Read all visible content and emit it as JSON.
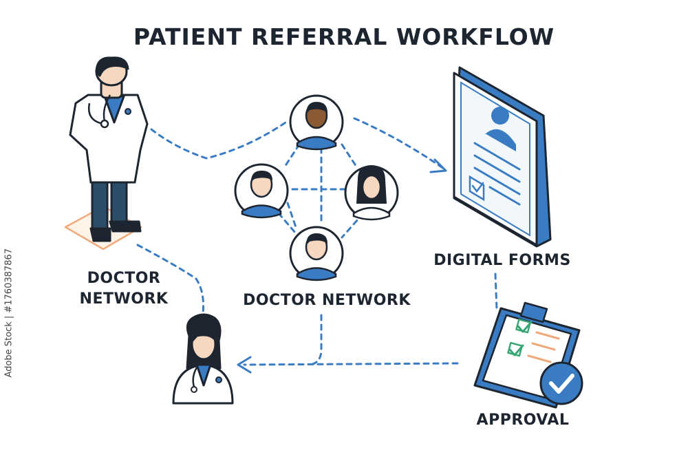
{
  "title": "PATIENT REFERRAL WORKFLOW",
  "labels": {
    "left_line1": "DOCTOR",
    "left_line2": "NETWORK",
    "center": "DOCTOR NETWORK",
    "forms": "DIGITAL FORMS",
    "approval": "APPROVAL"
  },
  "watermark": "Adobe Stock | #1760387867",
  "colors": {
    "accent_blue": "#3a7cc4",
    "dark_outline": "#1c2530",
    "check_green": "#3aa675",
    "orange_line": "#f0a97a",
    "skin": "#f6d7bf",
    "dark_skin": "#8a5a35",
    "hair": "#1c2530"
  }
}
